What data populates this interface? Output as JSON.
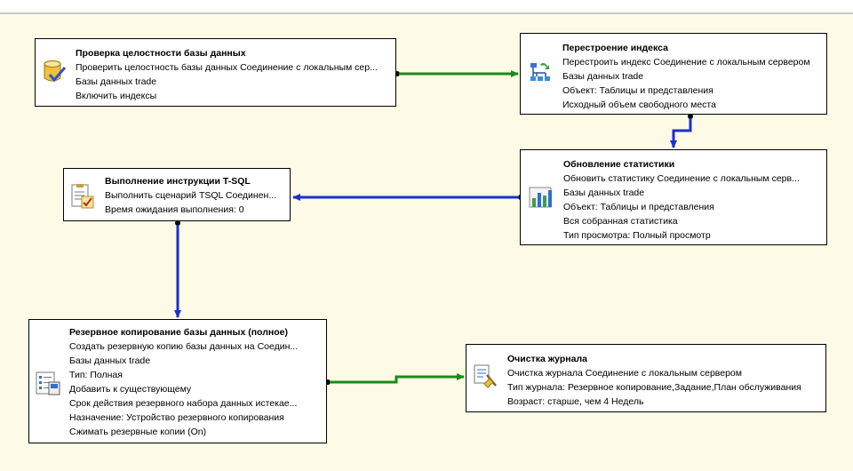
{
  "tasks": {
    "check_integrity": {
      "title": "Проверка целостности базы данных",
      "lines": [
        "Проверить целостность базы данных Соединение с локальным сер...",
        "Базы данных trade",
        "Включить индексы"
      ],
      "icon": "database-check-icon"
    },
    "rebuild_index": {
      "title": "Перестроение индекса",
      "lines": [
        "Перестроить индекс Соединение с локальным сервером",
        "Базы данных trade",
        "Объект: Таблицы и представления",
        "Исходный объем свободного места"
      ],
      "icon": "index-tree-icon"
    },
    "update_stats": {
      "title": "Обновление статистики",
      "lines": [
        "Обновить статистику Соединение с локальным серв...",
        "Базы данных trade",
        "Объект: Таблицы и представления",
        "Вся собранная статистика",
        "Тип просмотра: Полный просмотр"
      ],
      "icon": "statistics-chart-icon"
    },
    "tsql": {
      "title": "Выполнение инструкции T-SQL",
      "lines": [
        "Выполнить сценарий TSQL Соединен...",
        "Время ожидания выполнения: 0"
      ],
      "icon": "script-document-icon"
    },
    "backup": {
      "title": "Резервное копирование базы данных (полное)",
      "lines": [
        "Создать резервную копию базы данных на Соедин...",
        "Базы данных trade",
        "Тип: Полная",
        "Добавить к существующему",
        "Срок действия резервного набора данных истекае...",
        "Назначение: Устройство резервного копирования",
        "Сжимать резервные копии (On)"
      ],
      "icon": "backup-list-icon"
    },
    "history_cleanup": {
      "title": "Очистка журнала",
      "lines": [
        "Очистка журнала Соединение с локальным сервером",
        "Тип журнала: Резервное копирование,Задание,План обслуживания",
        "Возраст: старше, чем 4 Недель"
      ],
      "icon": "history-cleanup-icon"
    }
  },
  "colors": {
    "background": "#fdfbe6",
    "success_connector": "#1a8a1a",
    "completion_connector": "#1c2fd0",
    "task_border": "#000000"
  }
}
